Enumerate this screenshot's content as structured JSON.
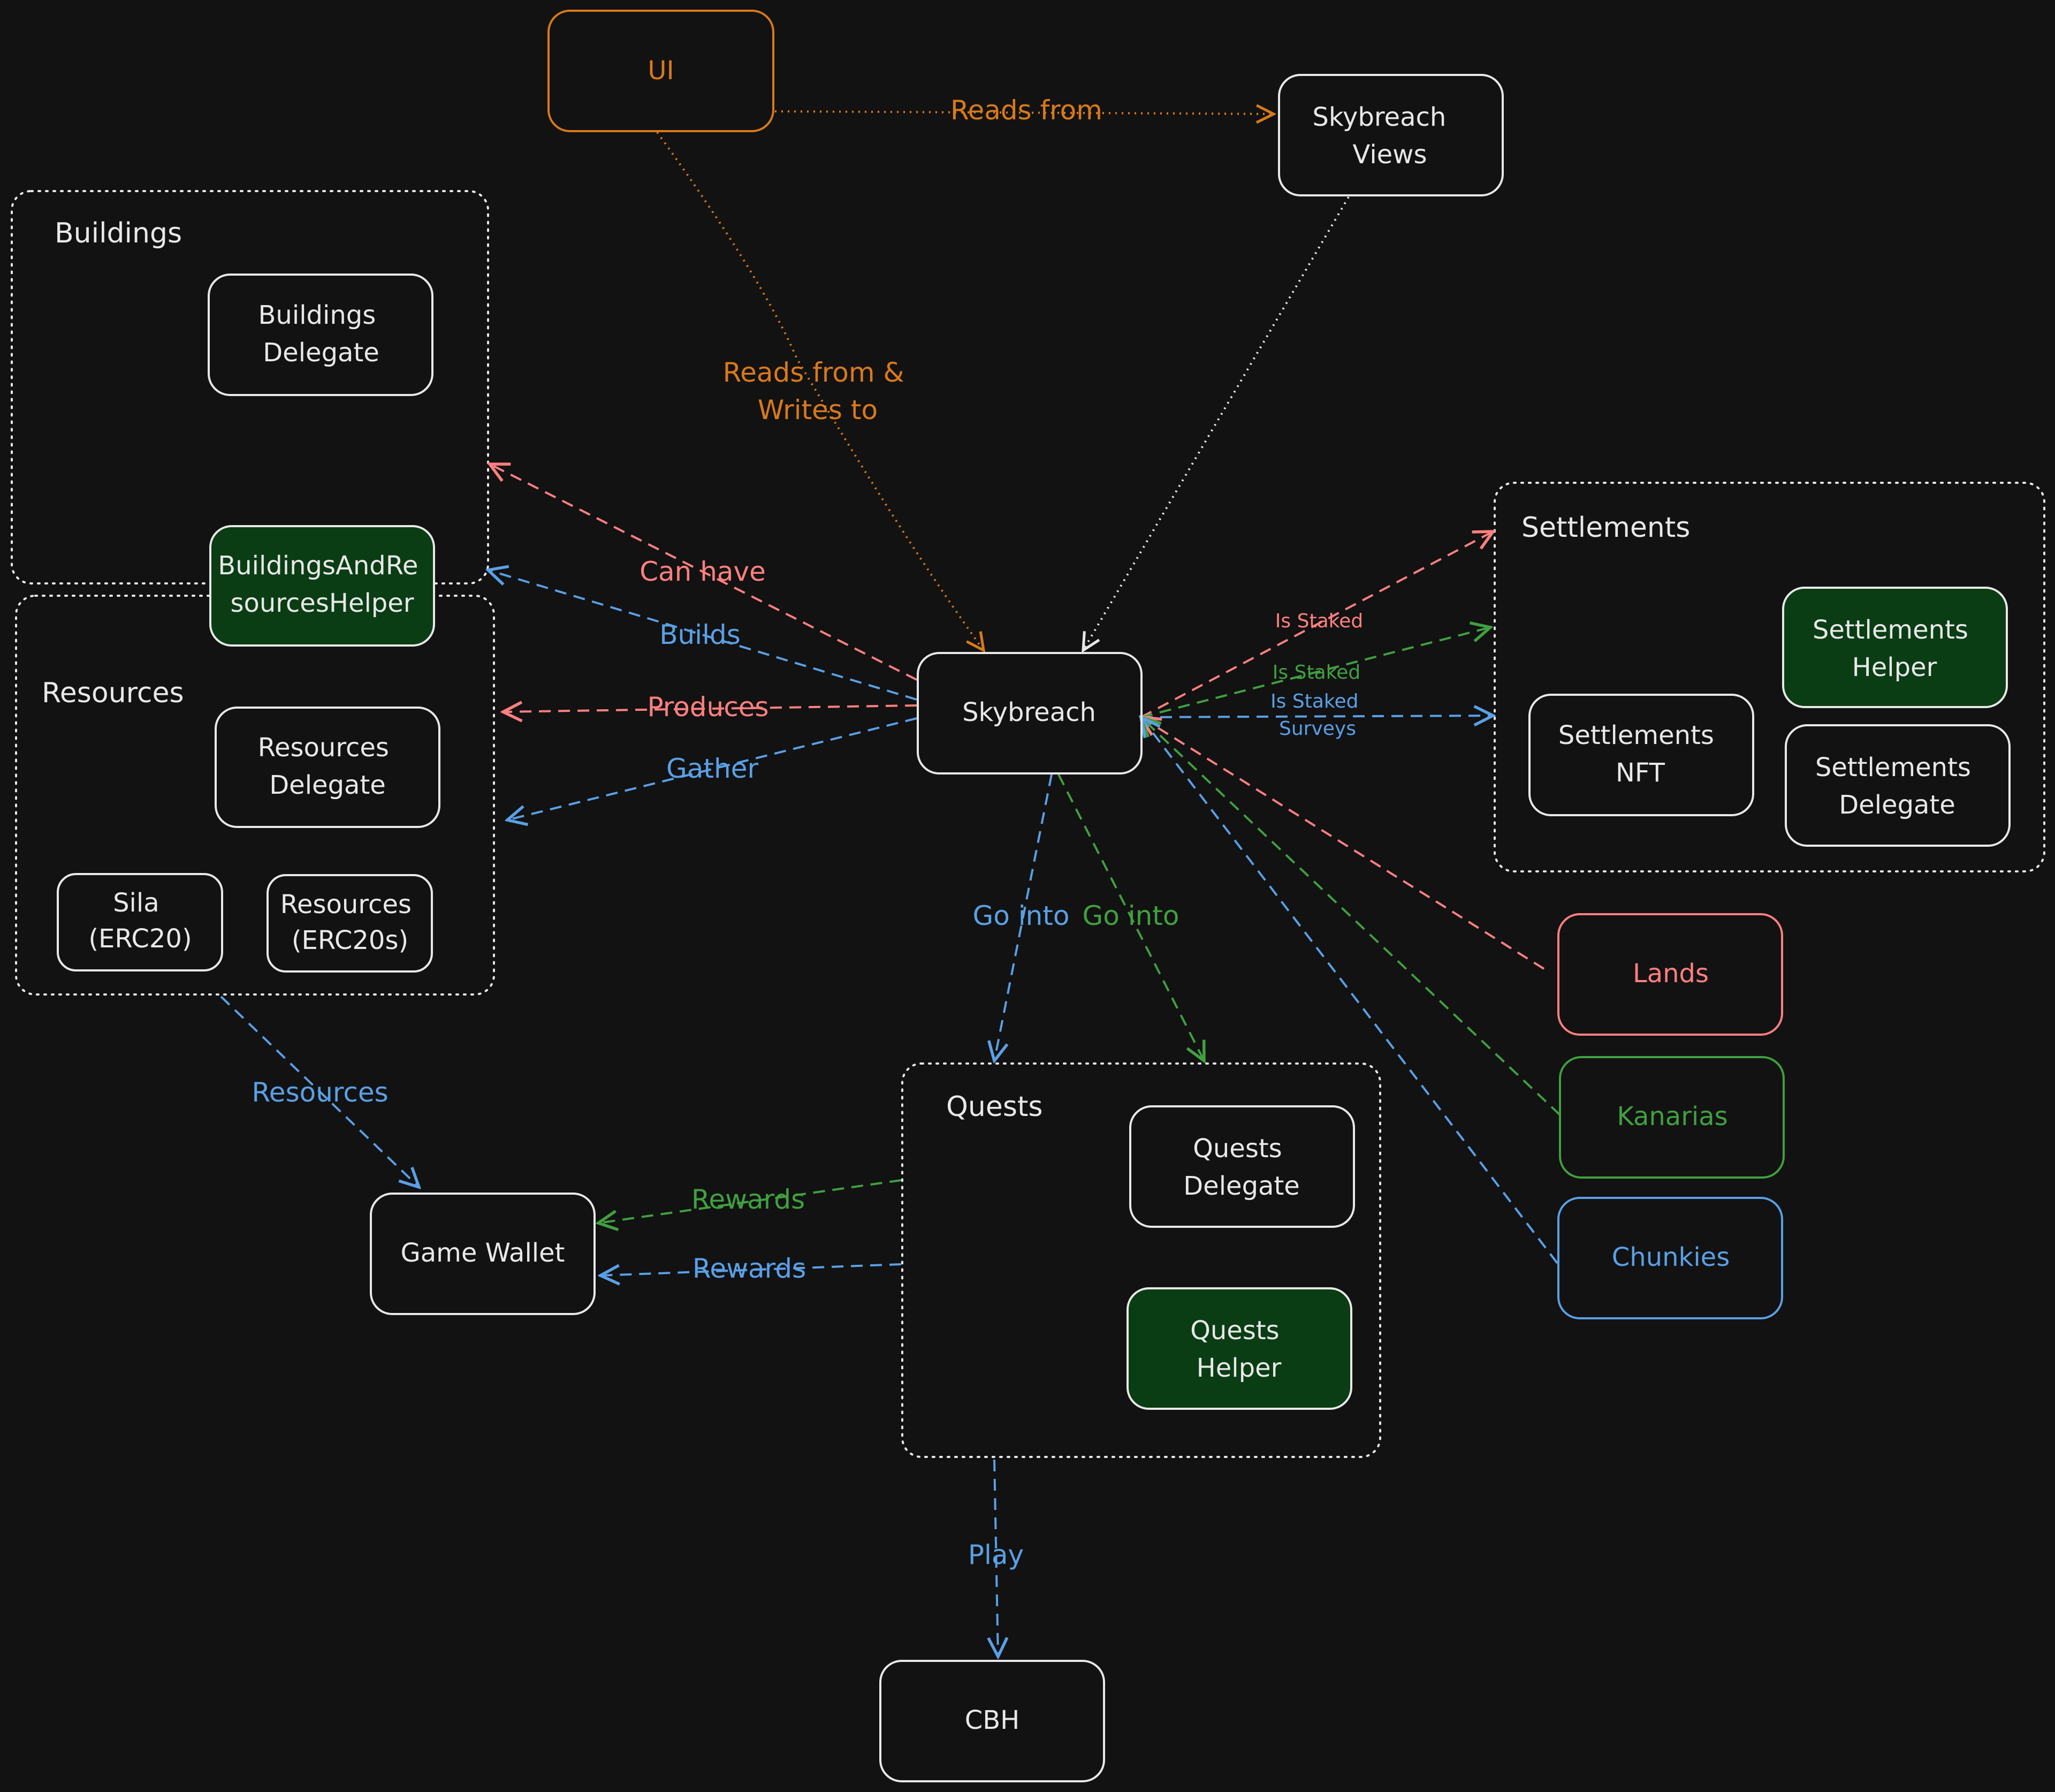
{
  "colors": {
    "background": "#121212",
    "default": "#e8e8e8",
    "orange": "#d97a1a",
    "red": "#ff8080",
    "green": "#40a040",
    "blue": "#5aa0e6",
    "helper_fill": "#0a3d14"
  },
  "groups": {
    "buildings": "Buildings",
    "resources": "Resources",
    "settlements": "Settlements",
    "quests": "Quests"
  },
  "nodes": {
    "ui": "UI",
    "views": [
      "Skybreach",
      "Views"
    ],
    "buildings_delegate": [
      "Buildings",
      "Delegate"
    ],
    "helper": [
      "BuildingsAndRe",
      "sourcesHelper"
    ],
    "resources_delegate": [
      "Resources",
      "Delegate"
    ],
    "sila": [
      "Sila",
      "(ERC20)"
    ],
    "resources_erc20s": [
      "Resources",
      "(ERC20s)"
    ],
    "skybreach": "Skybreach",
    "settlements_helper": [
      "Settlements",
      "Helper"
    ],
    "settlements_nft": [
      "Settlements",
      "NFT"
    ],
    "settlements_delegate": [
      "Settlements",
      "Delegate"
    ],
    "lands": "Lands",
    "kanarias": "Kanarias",
    "chunkies": "Chunkies",
    "quests_delegate": [
      "Quests",
      "Delegate"
    ],
    "quests_helper": [
      "Quests",
      "Helper"
    ],
    "game_wallet": "Game Wallet",
    "cbh": "CBH"
  },
  "edges": {
    "reads_from": "Reads from",
    "reads_writes": [
      "Reads from &",
      "Writes to"
    ],
    "can_have": "Can have",
    "builds": "Builds",
    "produces": "Produces",
    "gather": "Gather",
    "is_staked_red": "Is Staked",
    "is_staked_green": "Is Staked",
    "is_staked_surveys": [
      "Is Staked",
      "Surveys"
    ],
    "go_into_blue": "Go into",
    "go_into_green": "Go into",
    "resources": "Resources",
    "rewards_green": "Rewards",
    "rewards_blue": "Rewards",
    "play": "Play"
  }
}
